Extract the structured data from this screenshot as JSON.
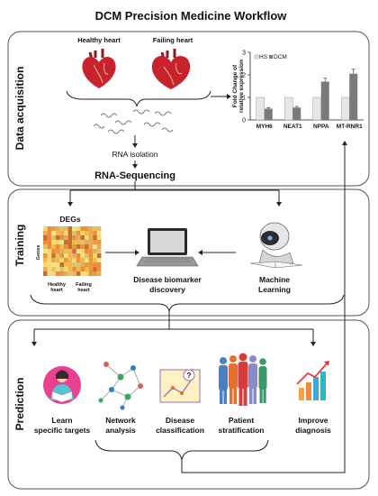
{
  "title": "DCM Precision Medicine Workflow",
  "panels": {
    "acquisition": {
      "label": "Data acquisition",
      "healthy_heart": "Healthy heart",
      "failing_heart": "Failing heart",
      "rna_isolation": "RNA isolation",
      "rna_sequencing": "RNA-Sequencing"
    },
    "training": {
      "label": "Training",
      "degs": "DEGs",
      "genes": "Genes",
      "heatmap_col_labels": [
        "Healthy\nheart",
        "Failing\nheart"
      ],
      "disease_biomarker": [
        "Disease biomarker",
        "discovery"
      ],
      "machine_learning": [
        "Machine",
        "Learning"
      ]
    },
    "prediction": {
      "label": "Prediction",
      "items": [
        {
          "lines": [
            "Learn",
            "specific targets"
          ],
          "icon": "student-reading-icon"
        },
        {
          "lines": [
            "Network",
            "analysis"
          ],
          "icon": "network-graph-icon"
        },
        {
          "lines": [
            "Disease",
            "classification"
          ],
          "icon": "classification-chart-icon"
        },
        {
          "lines": [
            "Patient",
            "stratification"
          ],
          "icon": "patient-figures-icon"
        },
        {
          "lines": [
            "Improve",
            "diagnosis"
          ],
          "icon": "rising-bars-icon"
        }
      ]
    }
  },
  "colors": {
    "panel_border": "#555555",
    "hs_bar": "#e6e6e6",
    "dcm_bar": "#7a7a7a",
    "heart_red": "#c8232c"
  },
  "chart_data": {
    "type": "bar",
    "categories": [
      "MYH6",
      "NEAT1",
      "NPPA",
      "MT-RNR1"
    ],
    "series": [
      {
        "name": "HS",
        "values": [
          1.0,
          1.0,
          1.0,
          1.0
        ]
      },
      {
        "name": "DCM",
        "values": [
          0.5,
          0.55,
          1.7,
          2.05
        ]
      }
    ],
    "errors": [
      0.05,
      0.05,
      0.15,
      0.2
    ],
    "ylabel": "Fold Change of\nrelative expression",
    "ylim": [
      0,
      3
    ],
    "yticks": [
      0,
      1,
      2,
      3
    ],
    "legend": "top-left",
    "grid": false
  }
}
